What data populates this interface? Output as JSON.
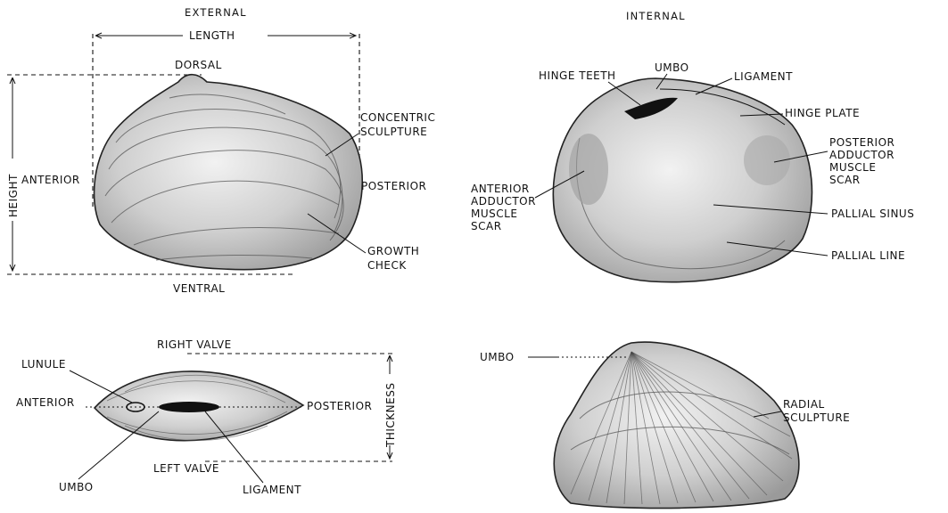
{
  "external": {
    "title": "EXTERNAL",
    "length": "LENGTH",
    "height": "HEIGHT",
    "dorsal": "DORSAL",
    "ventral": "VENTRAL",
    "anterior": "ANTERIOR",
    "posterior": "POSTERIOR",
    "concentric_sculpture": [
      "CONCENTRIC",
      "SCULPTURE"
    ],
    "growth_check": [
      "GROWTH",
      "CHECK"
    ]
  },
  "internal": {
    "title": "INTERNAL",
    "hinge_teeth": "HINGE TEETH",
    "umbo": "UMBO",
    "ligament": "LIGAMENT",
    "hinge_plate": "HINGE PLATE",
    "posterior_adductor": [
      "POSTERIOR",
      "ADDUCTOR",
      "MUSCLE",
      "SCAR"
    ],
    "anterior_adductor": [
      "ANTERIOR",
      "ADDUCTOR",
      "MUSCLE",
      "SCAR"
    ],
    "pallial_sinus": "PALLIAL SINUS",
    "pallial_line": "PALLIAL LINE"
  },
  "top_view": {
    "right_valve": "RIGHT VALVE",
    "lunule": "LUNULE",
    "anterior": "ANTERIOR",
    "posterior": "POSTERIOR",
    "thickness": "THICKNESS",
    "left_valve": "LEFT VALVE",
    "umbo": "UMBO",
    "ligament": "LIGAMENT"
  },
  "radial": {
    "umbo": "UMBO",
    "radial_sculpture": [
      "RADIAL",
      "SCULPTURE"
    ]
  }
}
